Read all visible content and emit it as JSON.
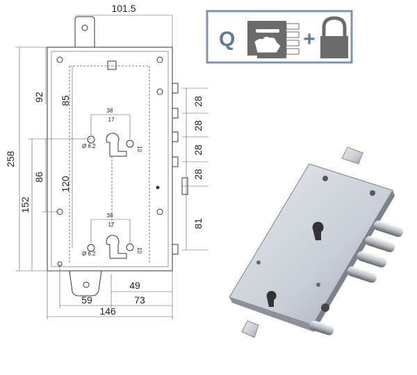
{
  "drawing": {
    "dimensions": {
      "top_width": "101.5",
      "total_height": "258",
      "lower_height": "152",
      "upper_left": "92",
      "mid_left": "86",
      "upper_center": "85",
      "center_distance": "120",
      "bolt_spacing": [
        "28",
        "28",
        "28",
        "28"
      ],
      "bottom_right": "81",
      "bottom_49": "49",
      "bottom_59": "59",
      "bottom_73": "73",
      "total_width": "146",
      "cylinder_upper": {
        "width": "38",
        "inner": "17",
        "hole_dia": "Ø 6.2",
        "offset": "10"
      },
      "cylinder_lower": {
        "width": "38",
        "inner": "17",
        "hole_dia": "Ø 6.2",
        "offset": "10"
      }
    }
  },
  "badge": {
    "letter": "Q",
    "plus": "+",
    "colors": {
      "letter": "#5f7a9c",
      "icon": "#6b6b6b",
      "border": "#7f93ad"
    }
  }
}
